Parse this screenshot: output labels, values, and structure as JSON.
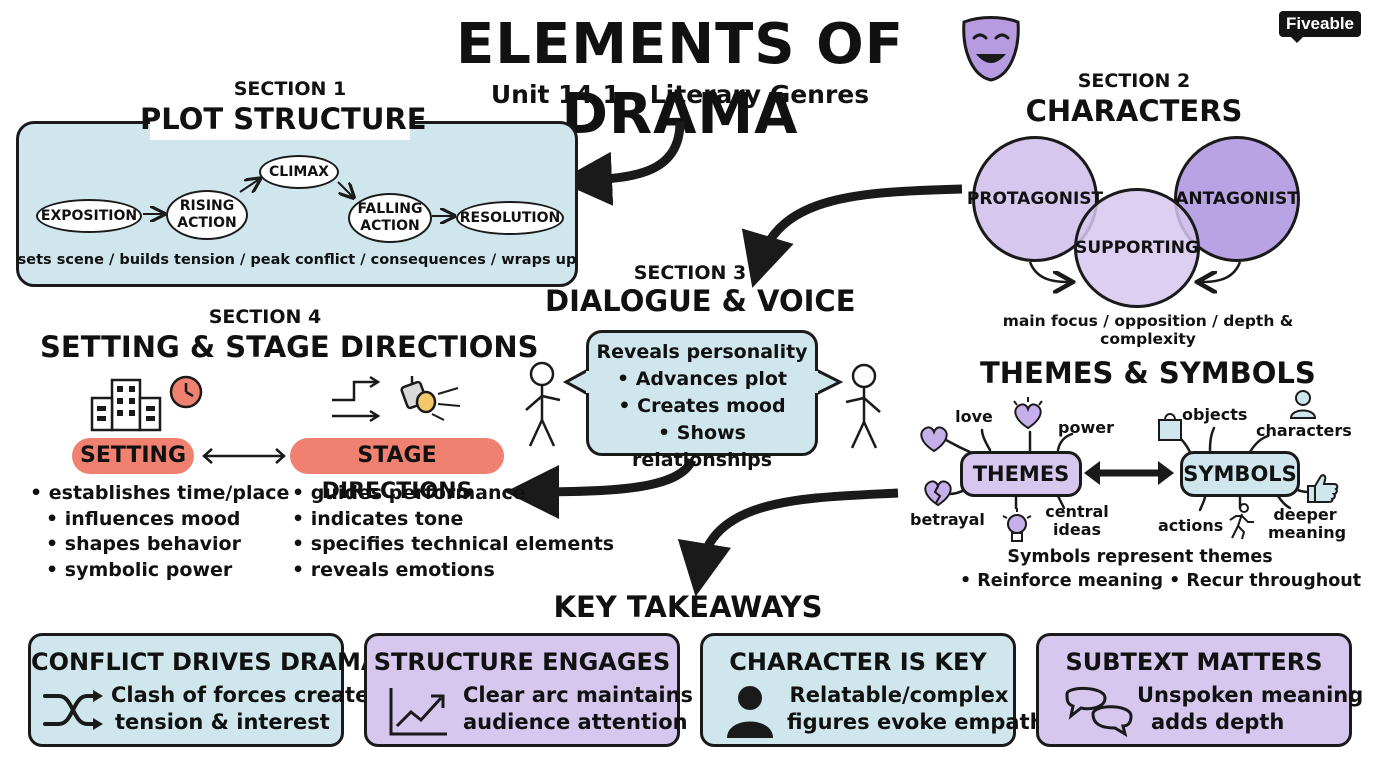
{
  "header": {
    "title": "ELEMENTS OF DRAMA",
    "subtitle": "Unit 14.1 – Literary Genres",
    "logo": "Fiveable",
    "title_icon": "drama-mask-icon"
  },
  "colors": {
    "teal": "#cfe7ec",
    "purple": "#d6c7ee",
    "coral": "#f08070",
    "ink": "#1a1a1a"
  },
  "plot": {
    "section_label": "SECTION 1",
    "title": "PLOT STRUCTURE",
    "stages": [
      "EXPOSITION",
      "RISING ACTION",
      "CLIMAX",
      "FALLING ACTION",
      "RESOLUTION"
    ],
    "caption": "sets scene / builds tension / peak conflict / consequences / wraps up"
  },
  "characters": {
    "section_label": "SECTION 2",
    "title": "CHARACTERS",
    "roles": [
      "PROTAGONIST",
      "ANTAGONIST",
      "SUPPORTING"
    ],
    "caption": "main focus / opposition / depth & complexity"
  },
  "dialogue": {
    "section_label": "SECTION 3",
    "title": "DIALOGUE & VOICE",
    "points": [
      "Reveals personality",
      "• Advances plot",
      "• Creates mood",
      "• Shows relationships"
    ]
  },
  "setting": {
    "section_label": "SECTION 4",
    "title": "SETTING & STAGE DIRECTIONS",
    "setting_label": "SETTING",
    "directions_label": "STAGE DIRECTIONS",
    "setting_points": [
      "• establishes time/place",
      "• influences mood",
      "• shapes behavior",
      "• symbolic power"
    ],
    "direction_points": [
      "• guides performance",
      "• indicates tone",
      "• specifies technical elements",
      "• reveals emotions"
    ]
  },
  "themes": {
    "title": "THEMES & SYMBOLS",
    "themes_label": "THEMES",
    "symbols_label": "SYMBOLS",
    "theme_words": [
      "love",
      "power",
      "betrayal",
      "central ideas"
    ],
    "symbol_words": [
      "objects",
      "characters",
      "actions",
      "deeper meaning"
    ],
    "caption_line1": "Symbols represent themes",
    "caption_line2": "• Reinforce meaning • Recur throughout"
  },
  "takeaways": {
    "title": "KEY TAKEAWAYS",
    "cards": [
      {
        "title": "CONFLICT DRIVES DRAMA",
        "line1": "Clash of forces creates",
        "line2": "tension & interest",
        "icon": "shuffle-icon"
      },
      {
        "title": "STRUCTURE ENGAGES",
        "line1": "Clear arc maintains",
        "line2": "audience attention",
        "icon": "trend-chart-icon"
      },
      {
        "title": "CHARACTER IS KEY",
        "line1": "Relatable/complex",
        "line2": "figures evoke empathy",
        "icon": "person-icon"
      },
      {
        "title": "SUBTEXT MATTERS",
        "line1": "Unspoken meaning",
        "line2": "adds depth",
        "icon": "speech-bubbles-icon"
      }
    ]
  }
}
